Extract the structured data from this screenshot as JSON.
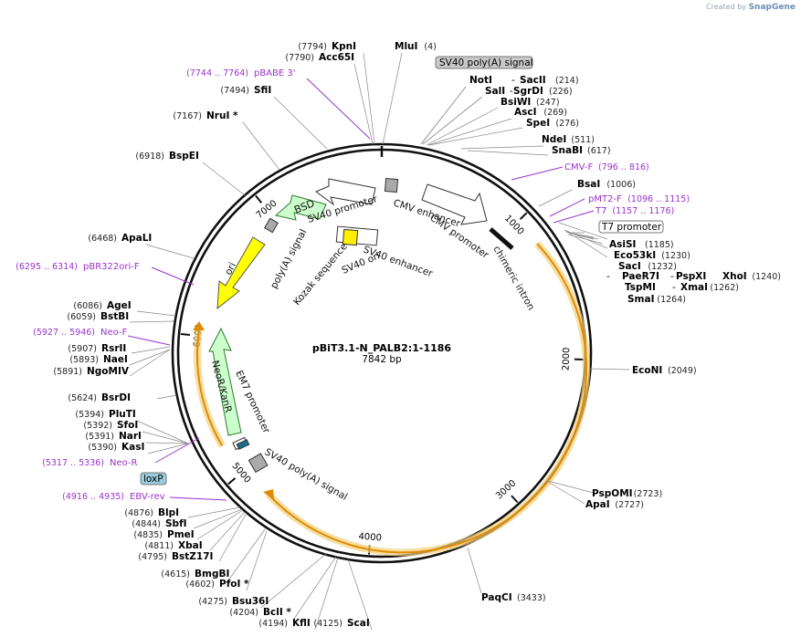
{
  "credit": {
    "prefix": "Created by",
    "brand": "SnapGene"
  },
  "plasmid": {
    "name": "pBiT3.1-N_PALB2:1-1186",
    "size_label": "7842 bp",
    "length": 7842
  },
  "colors": {
    "primer": "#9a33cc",
    "feature_fill": "#ffffff",
    "ori": "#ffff00",
    "marker": "#ccffcc",
    "orf": "#f0b040",
    "boxed_fill": "#c8c8c8",
    "loxp_fill": "#99ccdd"
  },
  "ticks": [
    {
      "label": "1000",
      "bp": 1000
    },
    {
      "label": "2000",
      "bp": 2000
    },
    {
      "label": "3000",
      "bp": 3000
    },
    {
      "label": "4000",
      "bp": 4000
    },
    {
      "label": "5000",
      "bp": 5000
    },
    {
      "label": "6000",
      "bp": 6000
    },
    {
      "label": "7000",
      "bp": 7000
    }
  ],
  "enzymes": [
    {
      "name": "KpnI",
      "pos": "(7794)"
    },
    {
      "name": "Acc65I",
      "pos": "(7790)"
    },
    {
      "name": "MluI",
      "pos": "(4)"
    },
    {
      "name": "SfiI",
      "pos": "(7494)"
    },
    {
      "name": "NruI *",
      "pos": "(7167)"
    },
    {
      "name": "BspEI",
      "pos": "(6918)"
    },
    {
      "name": "ApaLI",
      "pos": "(6468)"
    },
    {
      "name": "AgeI",
      "pos": "(6086)"
    },
    {
      "name": "BstBI",
      "pos": "(6059)"
    },
    {
      "name": "RsrII",
      "pos": "(5907)"
    },
    {
      "name": "NaeI",
      "pos": "(5893)"
    },
    {
      "name": "NgoMIV",
      "pos": "(5891)"
    },
    {
      "name": "BsrDI",
      "pos": "(5624)"
    },
    {
      "name": "PluTI",
      "pos": "(5394)"
    },
    {
      "name": "SfoI",
      "pos": "(5392)"
    },
    {
      "name": "NarI",
      "pos": "(5391)"
    },
    {
      "name": "KasI",
      "pos": "(5390)"
    },
    {
      "name": "BlpI",
      "pos": "(4876)"
    },
    {
      "name": "SbfI",
      "pos": "(4844)"
    },
    {
      "name": "PmeI",
      "pos": "(4835)"
    },
    {
      "name": "XbaI",
      "pos": "(4811)"
    },
    {
      "name": "BstZ17I",
      "pos": "(4795)"
    },
    {
      "name": "BmgBI",
      "pos": "(4615)"
    },
    {
      "name": "PfoI *",
      "pos": "(4602)"
    },
    {
      "name": "Bsu36I",
      "pos": "(4275)"
    },
    {
      "name": "BclI *",
      "pos": "(4204)"
    },
    {
      "name": "KflI",
      "pos": "(4194)"
    },
    {
      "name": "ScaI",
      "pos": "(4125)"
    },
    {
      "name": "PaqCI",
      "pos": "(3433)"
    },
    {
      "name": "PspOMI",
      "pos": "(2723)"
    },
    {
      "name": "ApaI",
      "pos": "(2727)"
    },
    {
      "name": "EcoNI",
      "pos": "(2049)"
    },
    {
      "name": "SmaI",
      "pos": "(1264)"
    },
    {
      "name": "TspMI",
      "pos": ""
    },
    {
      "name": "XmaI",
      "pos": "(1262)"
    },
    {
      "name": "PaeR7I",
      "pos": ""
    },
    {
      "name": "PspXI",
      "pos": ""
    },
    {
      "name": "XhoI",
      "pos": "(1240)"
    },
    {
      "name": "SacI",
      "pos": "(1232)"
    },
    {
      "name": "Eco53kI",
      "pos": "(1230)"
    },
    {
      "name": "AsiSI",
      "pos": "(1185)"
    },
    {
      "name": "BsaI",
      "pos": "(1006)"
    },
    {
      "name": "SnaBI",
      "pos": "(617)"
    },
    {
      "name": "NdeI",
      "pos": "(511)"
    },
    {
      "name": "SpeI",
      "pos": "(276)"
    },
    {
      "name": "AscI",
      "pos": "(269)"
    },
    {
      "name": "BsiWI",
      "pos": "(247)"
    },
    {
      "name": "SalI",
      "pos": ""
    },
    {
      "name": "SgrDI",
      "pos": "(226)"
    },
    {
      "name": "NotI",
      "pos": ""
    },
    {
      "name": "SacII",
      "pos": "(214)"
    }
  ],
  "primers": [
    {
      "name": "pBABE 3'",
      "range": "(7744 .. 7764)"
    },
    {
      "name": "pBR322ori-F",
      "range": "(6295 .. 6314)"
    },
    {
      "name": "Neo-F",
      "range": "(5927 .. 5946)"
    },
    {
      "name": "Neo-R",
      "range": "(5317 .. 5336)"
    },
    {
      "name": "EBV-rev",
      "range": "(4916 .. 4935)"
    },
    {
      "name": "CMV-F",
      "range": "(796 .. 816)"
    },
    {
      "name": "pMT2-F",
      "range": "(1096 .. 1115)"
    },
    {
      "name": "T7",
      "range": "(1157 .. 1176)"
    }
  ],
  "boxed_labels": [
    {
      "text": "SV40 poly(A) signal"
    },
    {
      "text": "T7 promoter"
    },
    {
      "text": "loxP"
    }
  ],
  "features": {
    "cmv_enhancer": "CMV enhancer",
    "cmv_promoter": "CMV promoter",
    "chimeric_intron": "chimeric intron",
    "sv40_promoter": "SV40 promoter",
    "bsd": "BSD",
    "polya_signal": "poly(A) signal",
    "ori": "ori",
    "kozak": "Kozak sequence",
    "sv40_ori": "SV40 ori",
    "sv40_enhancer": "SV40 enhancer",
    "neo": "NeoR/KanR",
    "em7": "EM7 promoter",
    "sv40_polya_inner": "SV40 poly(A) signal"
  }
}
